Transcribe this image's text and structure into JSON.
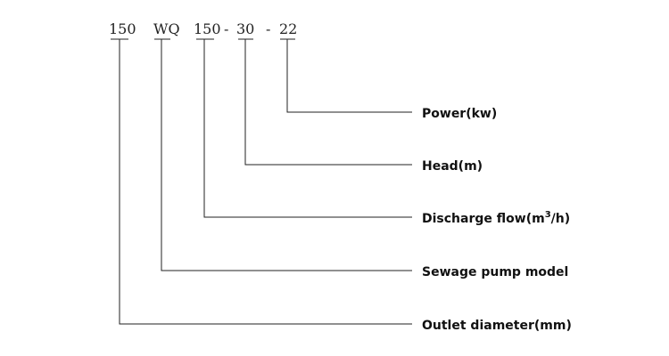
{
  "model_code": {
    "outlet": "150",
    "model": "WQ",
    "flow": "150",
    "sep1": "-",
    "head": "30",
    "sep2": "-",
    "power": "22"
  },
  "legend": {
    "power": "Power(kw)",
    "head": "Head(m)",
    "flow_prefix": "Discharge flow(m",
    "flow_sup": "3",
    "flow_suffix": "/h)",
    "model": "Sewage pump model",
    "outlet": "Outlet diameter(mm)"
  }
}
